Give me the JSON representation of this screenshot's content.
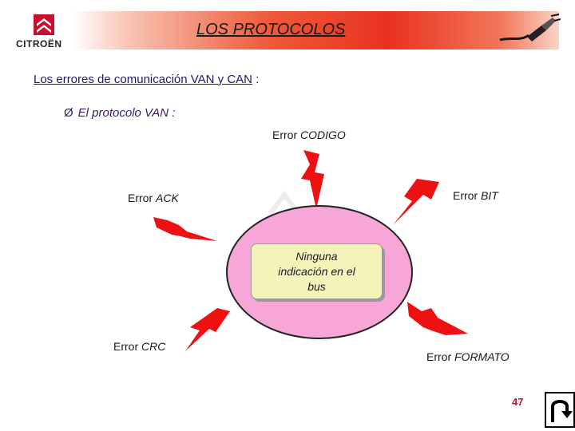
{
  "header": {
    "title": "LOS PROTOCOLOS",
    "logo_text": "CITROËN",
    "logo_color": "#c8102e"
  },
  "subtitle": {
    "underlined": "Los errores de comunicación  VAN y CAN",
    "suffix": " :"
  },
  "bullet": {
    "arrow": "Ø",
    "text": "El protocolo VAN :"
  },
  "diagram": {
    "center_lines": [
      "Ninguna",
      "indicación en el",
      "bus"
    ],
    "errors": [
      {
        "prefix": "Error ",
        "name": "CODIGO"
      },
      {
        "prefix": "Error ",
        "name": "BIT"
      },
      {
        "prefix": "Error ",
        "name": "ACK"
      },
      {
        "prefix": "Error ",
        "name": "CRC"
      },
      {
        "prefix": "Error ",
        "name": "FORMATO"
      }
    ],
    "colors": {
      "bolt": "#ee1111",
      "ellipse": "#f7a6d8",
      "center_box": "#f4f4b8"
    }
  },
  "footer": {
    "page_number": "47"
  }
}
